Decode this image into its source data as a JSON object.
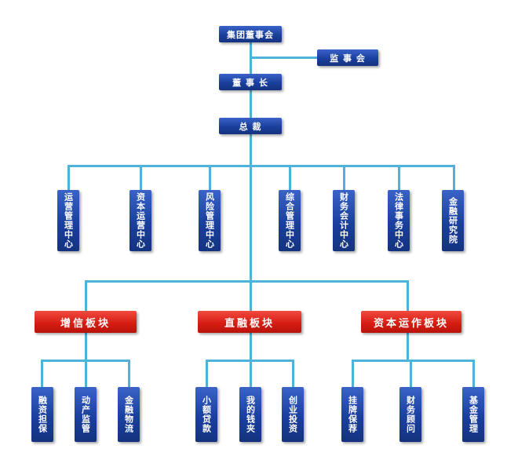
{
  "chart": {
    "root": "集团董事会",
    "supervisor": "监 事 会",
    "chairman": "董 事 长",
    "president": "总    裁",
    "centers": [
      "运营管理中心",
      "资本运营中心",
      "风险管理中心",
      "综合管理中心",
      "财务会计中心",
      "法律事务中心",
      "金融研究院"
    ],
    "sectors": [
      {
        "name": "增信板块",
        "units": [
          "融资担保",
          "动产监管",
          "金融物流"
        ]
      },
      {
        "name": "直融板块",
        "units": [
          "小额贷款",
          "我的钱夹",
          "创业投资"
        ]
      },
      {
        "name": "资本运作板块",
        "units": [
          "挂牌保荐",
          "财务顾问",
          "基金管理"
        ]
      }
    ]
  },
  "colors": {
    "connector": "#4fb3d9",
    "blue_box": "#1a3f9e",
    "red_box": "#d81e14",
    "text": "#ffffff"
  }
}
